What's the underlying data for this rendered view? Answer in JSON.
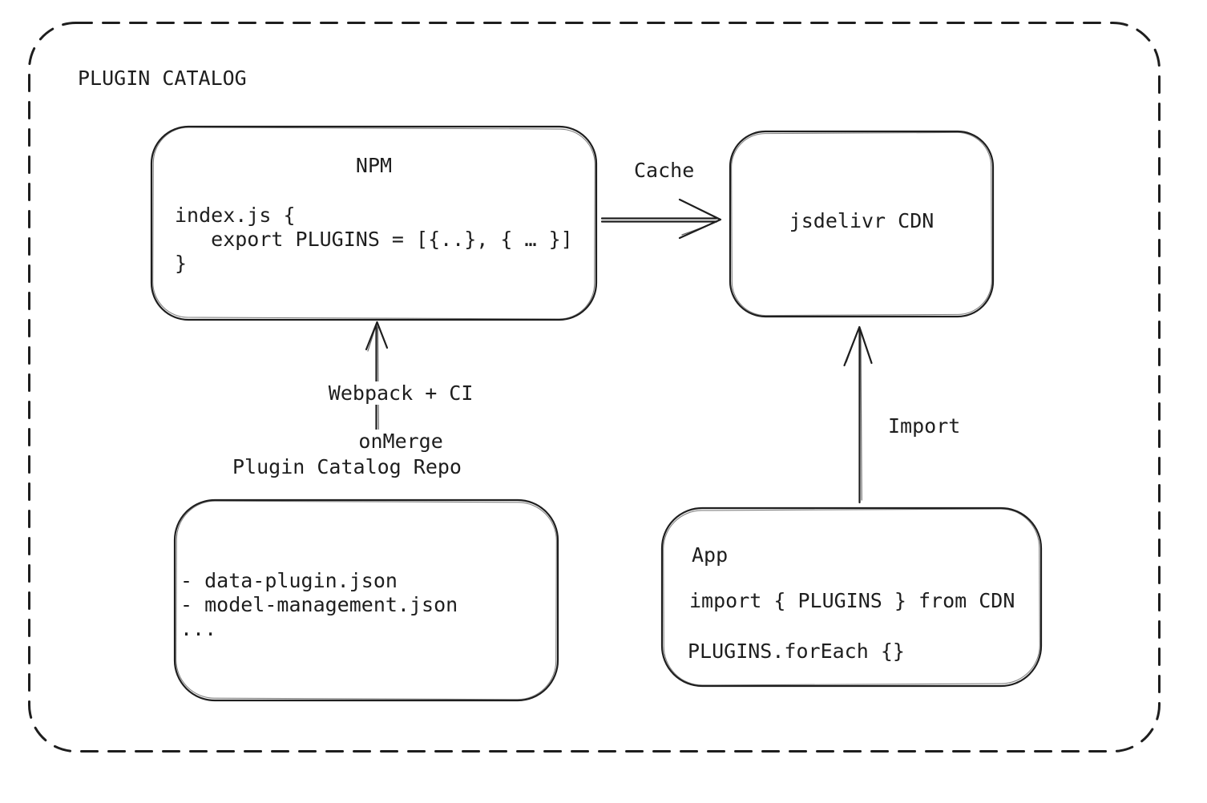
{
  "diagram": {
    "title": "PLUGIN CATALOG",
    "colors": {
      "ink": "#1e1e1e",
      "background": "#ffffff"
    },
    "nodes": {
      "npm": {
        "title": "NPM",
        "code_line_1": "index.js {",
        "code_line_2": "   export PLUGINS = [{..}, { … }]",
        "code_line_3": "}"
      },
      "cdn": {
        "label": "jsdelivr CDN"
      },
      "repo": {
        "label": "Plugin Catalog Repo",
        "item_1": "- data-plugin.json",
        "item_2": "- model-management.json",
        "item_3": "..."
      },
      "app": {
        "title": "App",
        "line_1": "import { PLUGINS } from CDN",
        "line_2": "PLUGINS.forEach {}"
      }
    },
    "edges": {
      "cache": {
        "label": "Cache"
      },
      "build": {
        "label_line_1": "Webpack + CI",
        "label_line_2": "onMerge"
      },
      "import": {
        "label": "Import"
      }
    }
  }
}
